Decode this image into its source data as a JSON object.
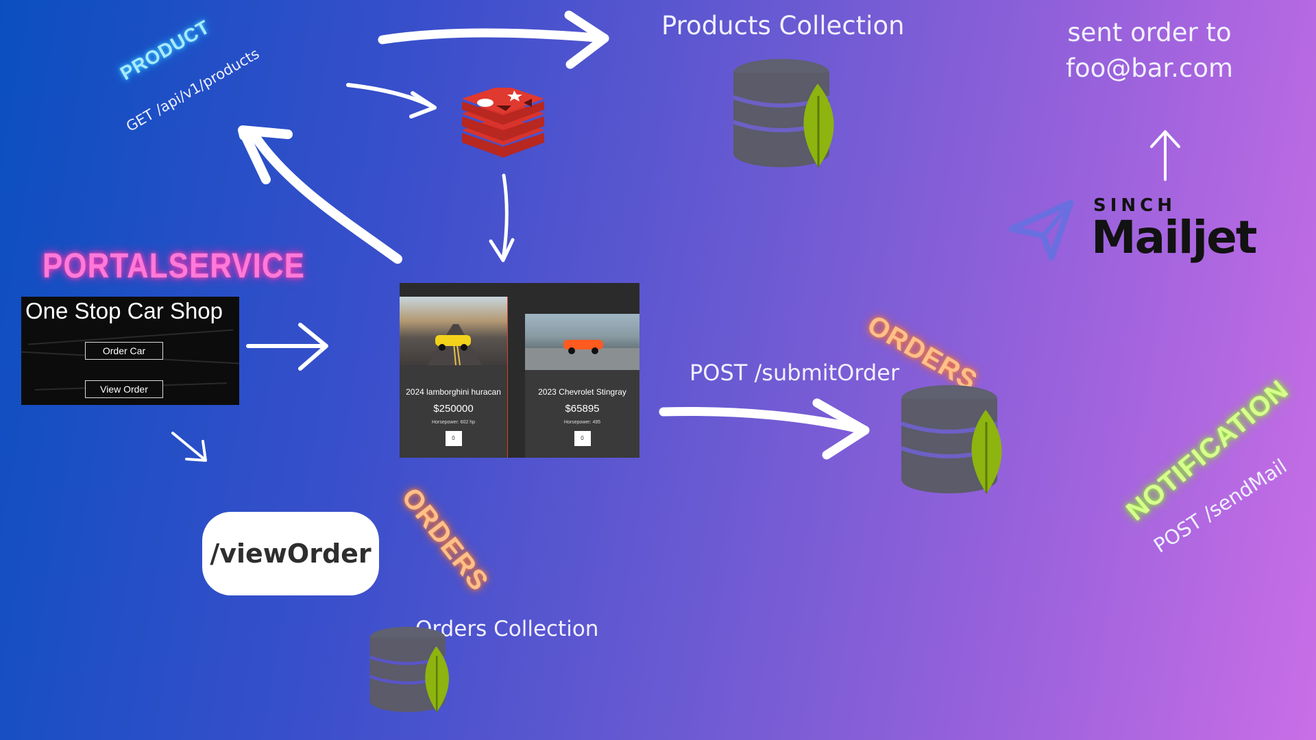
{
  "labels": {
    "products_collection": "Products Collection",
    "orders_collection": "Orders Collection",
    "sent_order_line1": "sent order to",
    "sent_order_line2": "foo@bar.com",
    "submit_order": "POST /submitOrder",
    "get_products": "GET /api/v1/products",
    "send_mail": "POST /sendMail",
    "view_order": "/viewOrder"
  },
  "services": {
    "product": "PRODUCT",
    "portal": "PORTALSERVICE",
    "orders_top": "ORDERS",
    "orders_bottom": "ORDERS",
    "notification": "NOTIFICATION"
  },
  "mailjet": {
    "brand_top": "SINCH",
    "brand_name": "Mailjet"
  },
  "portal_screen": {
    "title": "One Stop Car Shop",
    "order_button": "Order Car",
    "view_button": "View Order"
  },
  "product_cards": [
    {
      "name": "2024 lamborghini huracan",
      "price": "$250000",
      "horsepower": "Horsepower: 602 hp",
      "qty": "0",
      "car_color": "#f2d21b"
    },
    {
      "name": "2023 Chevrolet Stingray",
      "price": "$65895",
      "horsepower": "Horsepower: 495",
      "qty": "0",
      "car_color": "#ff5a1f"
    }
  ],
  "colors": {
    "mongo_leaf": "#8db40f",
    "db_cylinder": "#5f6070",
    "redis": "#d8332c"
  },
  "icons": [
    "redis-icon",
    "mongodb-icon",
    "send-icon",
    "arrow-icon"
  ]
}
